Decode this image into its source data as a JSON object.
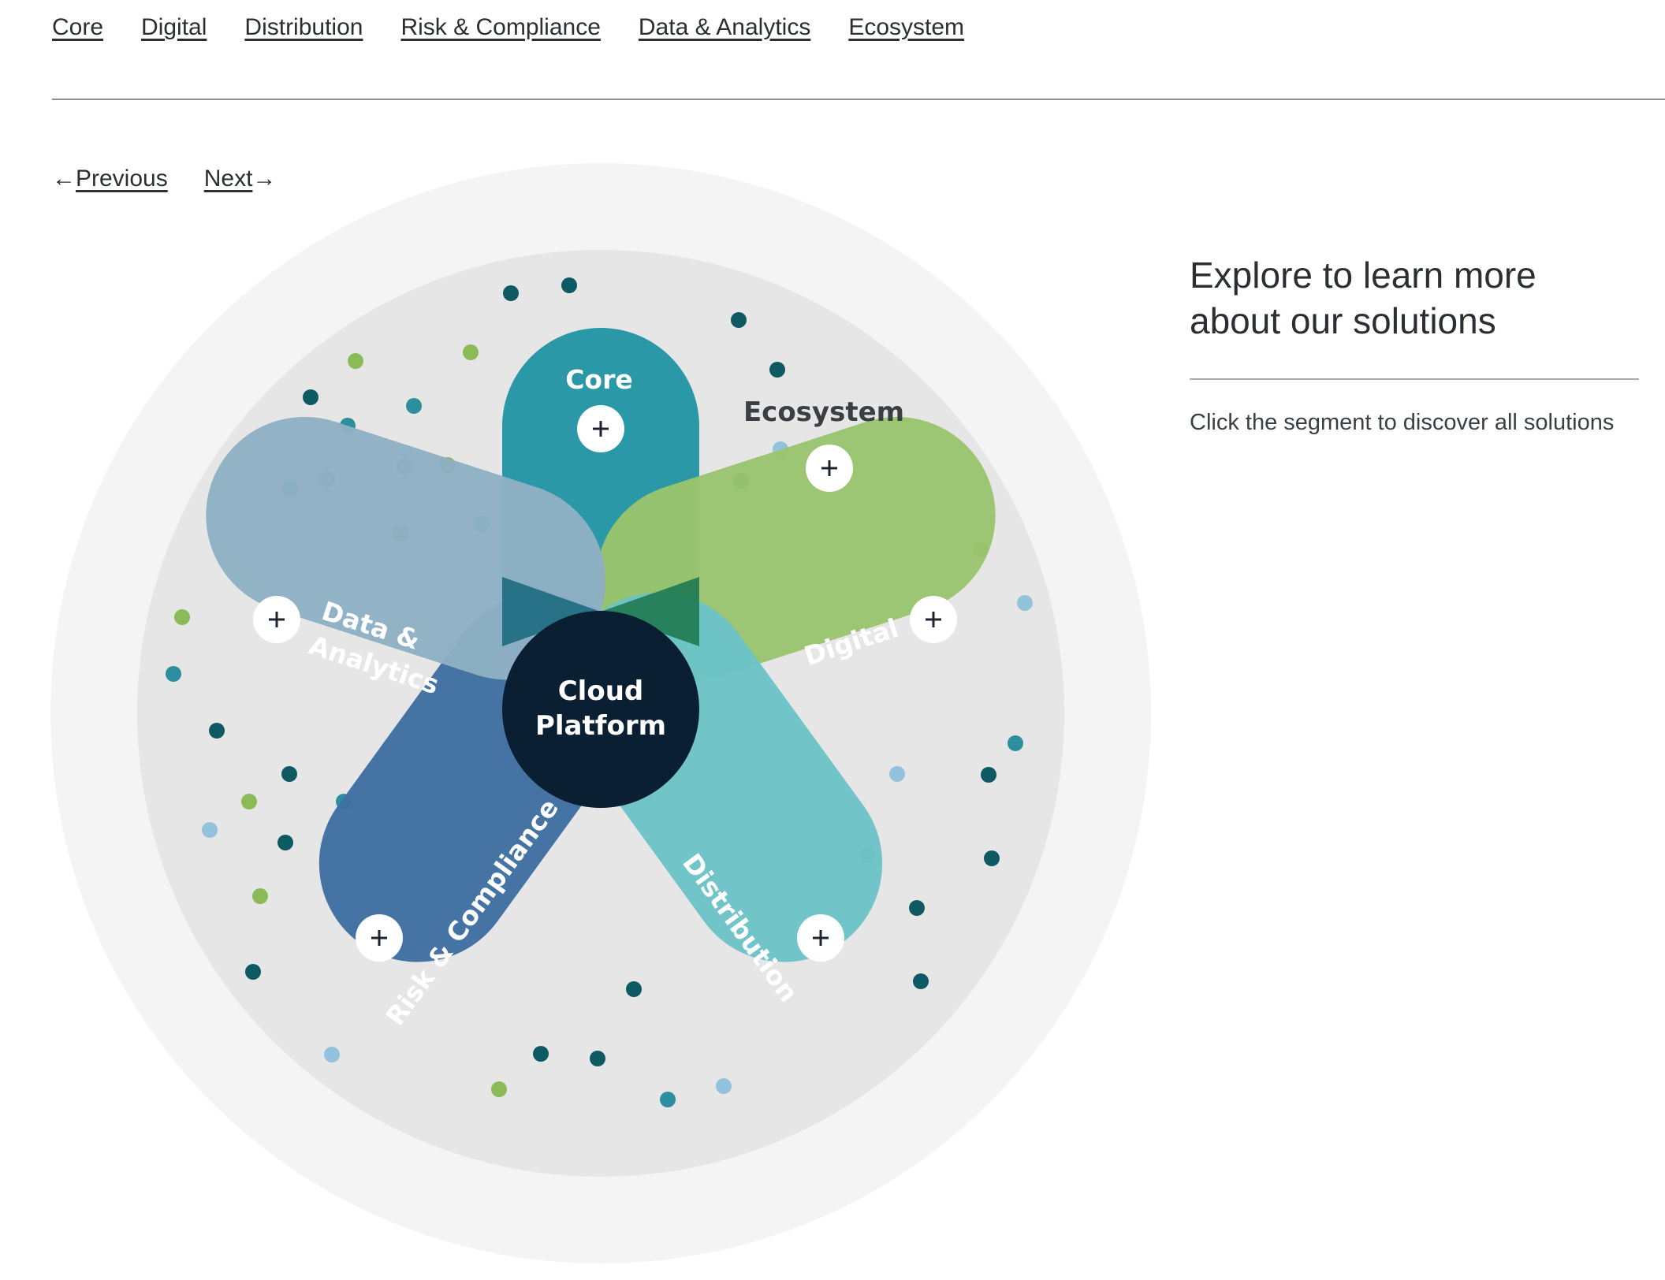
{
  "nav": {
    "items": [
      {
        "label": "Core"
      },
      {
        "label": "Digital"
      },
      {
        "label": "Distribution"
      },
      {
        "label": "Risk & Compliance"
      },
      {
        "label": "Data & Analytics"
      },
      {
        "label": "Ecosystem"
      }
    ]
  },
  "pager": {
    "previous_label": "Previous",
    "next_label": "Next",
    "previous_arrow": "←",
    "next_arrow": "→"
  },
  "diagram": {
    "center_line1": "Cloud",
    "center_line2": "Platform",
    "segments": {
      "core": {
        "label": "Core",
        "color": "#2a98a6"
      },
      "digital": {
        "label": "Digital",
        "color": "#99c46e"
      },
      "distribution": {
        "label": "Distribution",
        "color": "#6cc3c6"
      },
      "risk": {
        "label": "Risk & Compliance",
        "color": "#3f6fa1"
      },
      "data_line1": "Data &",
      "data_line2": "Analytics",
      "data_color": "#8eb0c4",
      "ecosystem": {
        "label": "Ecosystem"
      }
    },
    "center_color": "#0b1f33",
    "outer_ring_color": "#f4f4f4",
    "inner_circle_color": "#e6e6e6",
    "dot_colors": [
      "#0d5a63",
      "#2d8f9d",
      "#8bbb57",
      "#93c3dc"
    ]
  },
  "side": {
    "heading_line1": "Explore to learn more",
    "heading_line2": "about our solutions",
    "hint": "Click the segment to discover all solutions"
  }
}
